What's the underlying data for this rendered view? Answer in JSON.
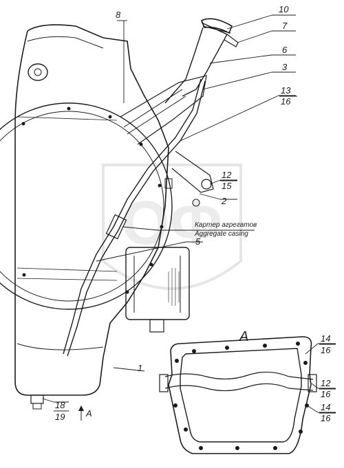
{
  "callouts": {
    "c10": "10",
    "c7": "7",
    "c8": "8",
    "c6": "6",
    "c3": "3",
    "c13": "13",
    "c16a": "16",
    "c12a": "12",
    "c15": "15",
    "c2": "2",
    "c5": "5",
    "c1": "1",
    "c18": "18",
    "c19": "19",
    "c14b": "14",
    "c16b": "16",
    "c12b": "12",
    "c16c": "16",
    "c14c": "14",
    "c16d": "16"
  },
  "note": {
    "ru": "Картер агрегатов",
    "en": "Aggregate casing"
  },
  "view_label": "A",
  "view_arrow_label": "A"
}
